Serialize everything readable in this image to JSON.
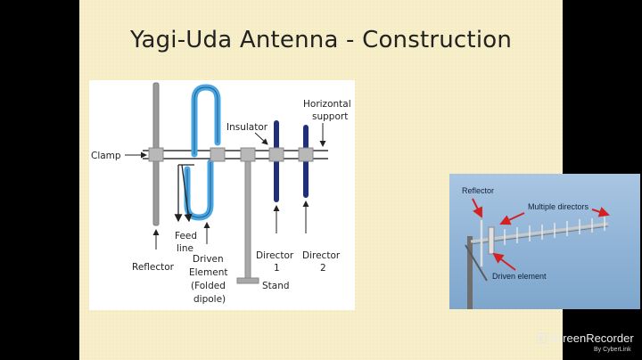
{
  "slide": {
    "title": "Yagi-Uda Antenna - Construction"
  },
  "diagram": {
    "labels": {
      "clamp": "Clamp",
      "reflector": "Reflector",
      "feed_line_1": "Feed",
      "feed_line_2": "line",
      "driven_1": "Driven",
      "driven_2": "Element",
      "driven_3": "(Folded",
      "driven_4": "dipole)",
      "insulator": "Insulator",
      "horizontal_1": "Horizontal",
      "horizontal_2": "support",
      "director1_1": "Director",
      "director1_2": "1",
      "director2_1": "Director",
      "director2_2": "2",
      "stand": "Stand"
    },
    "colors": {
      "reflector": "#9a9a9a",
      "driven": "#4aa6e0",
      "director": "#1f2f7a",
      "clamp": "#b8b8b8"
    }
  },
  "photo": {
    "labels": {
      "reflector": "Reflector",
      "multiple_directors": "Multiple directors",
      "driven_element": "Driven element"
    },
    "arrow_color": "#d42020"
  },
  "watermark": {
    "name": "ScreenRecorder",
    "by": "By CyberLink"
  }
}
